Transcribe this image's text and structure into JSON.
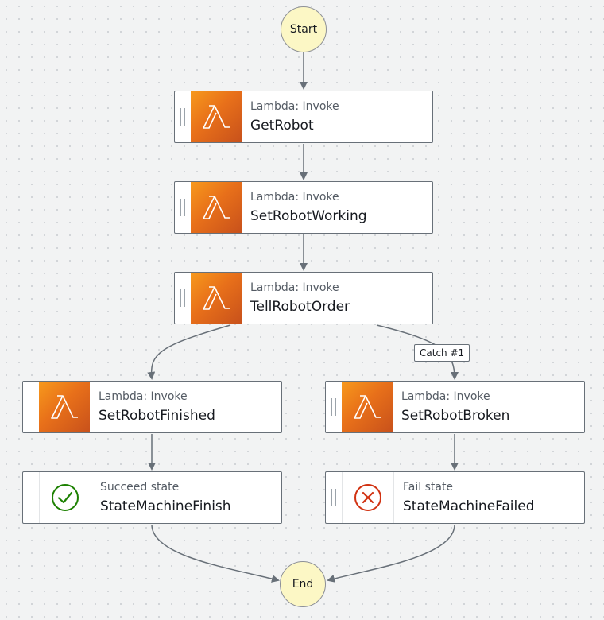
{
  "start": {
    "label": "Start"
  },
  "end": {
    "label": "End"
  },
  "states": {
    "get_robot": {
      "type": "Lambda: Invoke",
      "name": "GetRobot"
    },
    "set_robot_working": {
      "type": "Lambda: Invoke",
      "name": "SetRobotWorking"
    },
    "tell_robot_order": {
      "type": "Lambda: Invoke",
      "name": "TellRobotOrder"
    },
    "set_robot_finished": {
      "type": "Lambda: Invoke",
      "name": "SetRobotFinished"
    },
    "set_robot_broken": {
      "type": "Lambda: Invoke",
      "name": "SetRobotBroken"
    },
    "state_machine_finish": {
      "type": "Succeed state",
      "name": "StateMachineFinish"
    },
    "state_machine_failed": {
      "type": "Fail state",
      "name": "StateMachineFailed"
    }
  },
  "edges": {
    "catch_label": "Catch #1"
  },
  "icons": {
    "task": "lambda-icon",
    "succeed": "check-circle-icon",
    "fail": "x-circle-icon"
  },
  "colors": {
    "terminal_fill": "#fcf7c5",
    "lambda_orange": "#e8701a",
    "succeed_green": "#1d8102",
    "fail_red": "#d13212",
    "edge": "#687078"
  }
}
